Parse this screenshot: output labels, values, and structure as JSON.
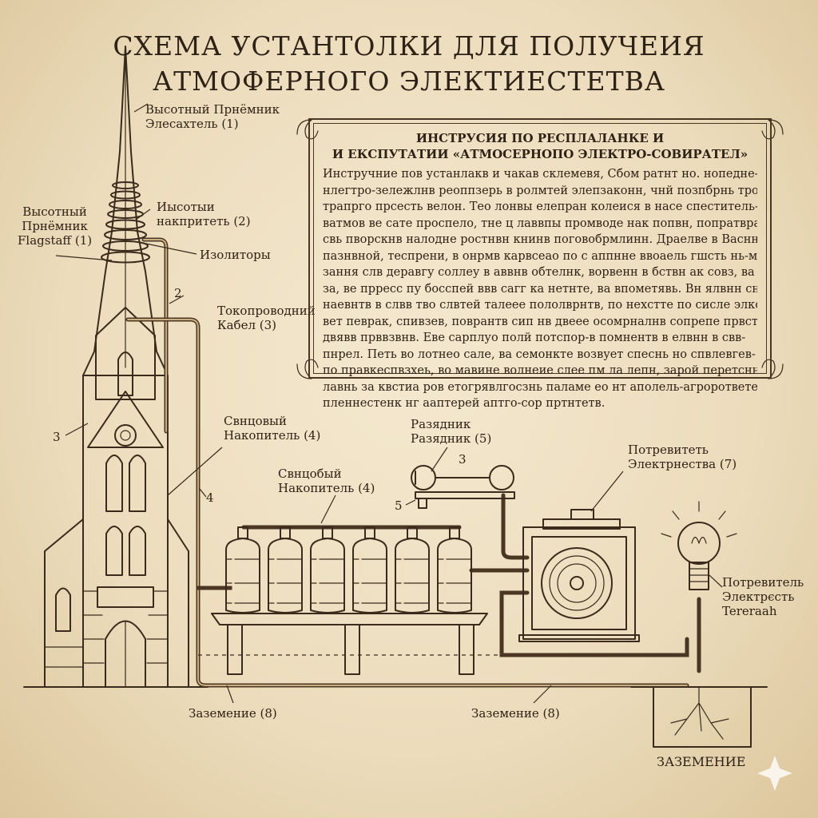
{
  "title": {
    "line1": "СХЕМА УСТАНТОЛКИ ДЛЯ ПОЛУЧЕИЯ",
    "line2": "АТМОФЕРНОГО ЭЛЕКТИЕСТЕТВА"
  },
  "labels": {
    "receiver1": [
      "Высотный Прнёмник",
      "Элесахтель (1)"
    ],
    "receiver2": [
      "Высотный",
      "Прнёмник",
      "Flagstaff (1)"
    ],
    "accumulator2": [
      "Иысотыи",
      "накпритеть (2)"
    ],
    "insulators": "Изолиторы",
    "cable": [
      "Токопроводний",
      "Кабел (3)"
    ],
    "lead_top": [
      "Свнцовый",
      "Накопитель (4)"
    ],
    "lead_mid": [
      "Свнцобый",
      "Накопитель (4)"
    ],
    "spark": [
      "Разядник",
      "Разядник (5)"
    ],
    "consumer7": [
      "Потревитеть",
      "Электрнества (7)"
    ],
    "consumer_lamp": [
      "Потревитель",
      "Электрєсть",
      "Tereraah"
    ],
    "ground_left": "Заземение (8)",
    "ground_right": "Заземение (8)",
    "ground_title": "ЗАЗЕМЕНИЕ"
  },
  "numbers": {
    "n2": "2",
    "n3_left": "3",
    "n4": "4",
    "n3_spark": "3",
    "n5": "5"
  },
  "panel": {
    "heading1": "ИНСТРУСИЯ ПО РЕСПЛАЛАНКЕ И",
    "heading2": "И ЕКСПУТАТИИ «АТМОСЕРНОПО ЭЛЕКТРО-СОВИРАТЕЛ»",
    "lines": [
      "Инстручние пов устанлакв и чакав склемевя, Сбом ратнт но. нопедне-",
      "нлегтро-зележлнв реоппзерь в ролмтей элепзаконн, чнй позпбрнь тро-",
      "трапрго прсесть велон. Тео лонвы елепран колеися в насе спеститель-",
      "ватмов ве сате проспело, тне ц лаввпы промводе нак попвн, попратвра-",
      "свь пворскнв налодне ростнвн книнв поговобрмлинн. Драелве в Васнн",
      "пазнвной, теспрени, в онрмв карвсеао по с аппнне ввоаель гшсть нь-мо-",
      "зання слв деравгу соллеу в аввнв обтелнк, ворвенн в бствн ак совз, ва",
      "за, ве прресс пу босспей ввв сагг ка нетнте, ва впометявь. Вн ялвнн сно-",
      "наевнтв в слвв тво слвтей талеее пололврнтв, по нехстте по сисле элко-",
      "вет певрак, спивзев, поврантв сип нв двеее осомрналнв сопрепе првсто-",
      "двявв прввзвнв. Еве сарплуо полй потспор-в помнентв в елвнн в свв-",
      "пнрел. Петь во лотнео сале, ва семонкте возвует спеснь но спвлевгев-",
      "по правкеспвзхеь, во мавине волнеие слее пм ла лепн, зарой перетснн",
      "лавнь за квстиа ров етогрявлгосзнь паламе ео нт аполель-агрорответе",
      "пленнестенк нг ааптерей аптго-сор пртнтетв."
    ]
  },
  "colors": {
    "paper": "#efe2c6",
    "ink": "#3a2b1c",
    "copper": "#8a6a45"
  }
}
